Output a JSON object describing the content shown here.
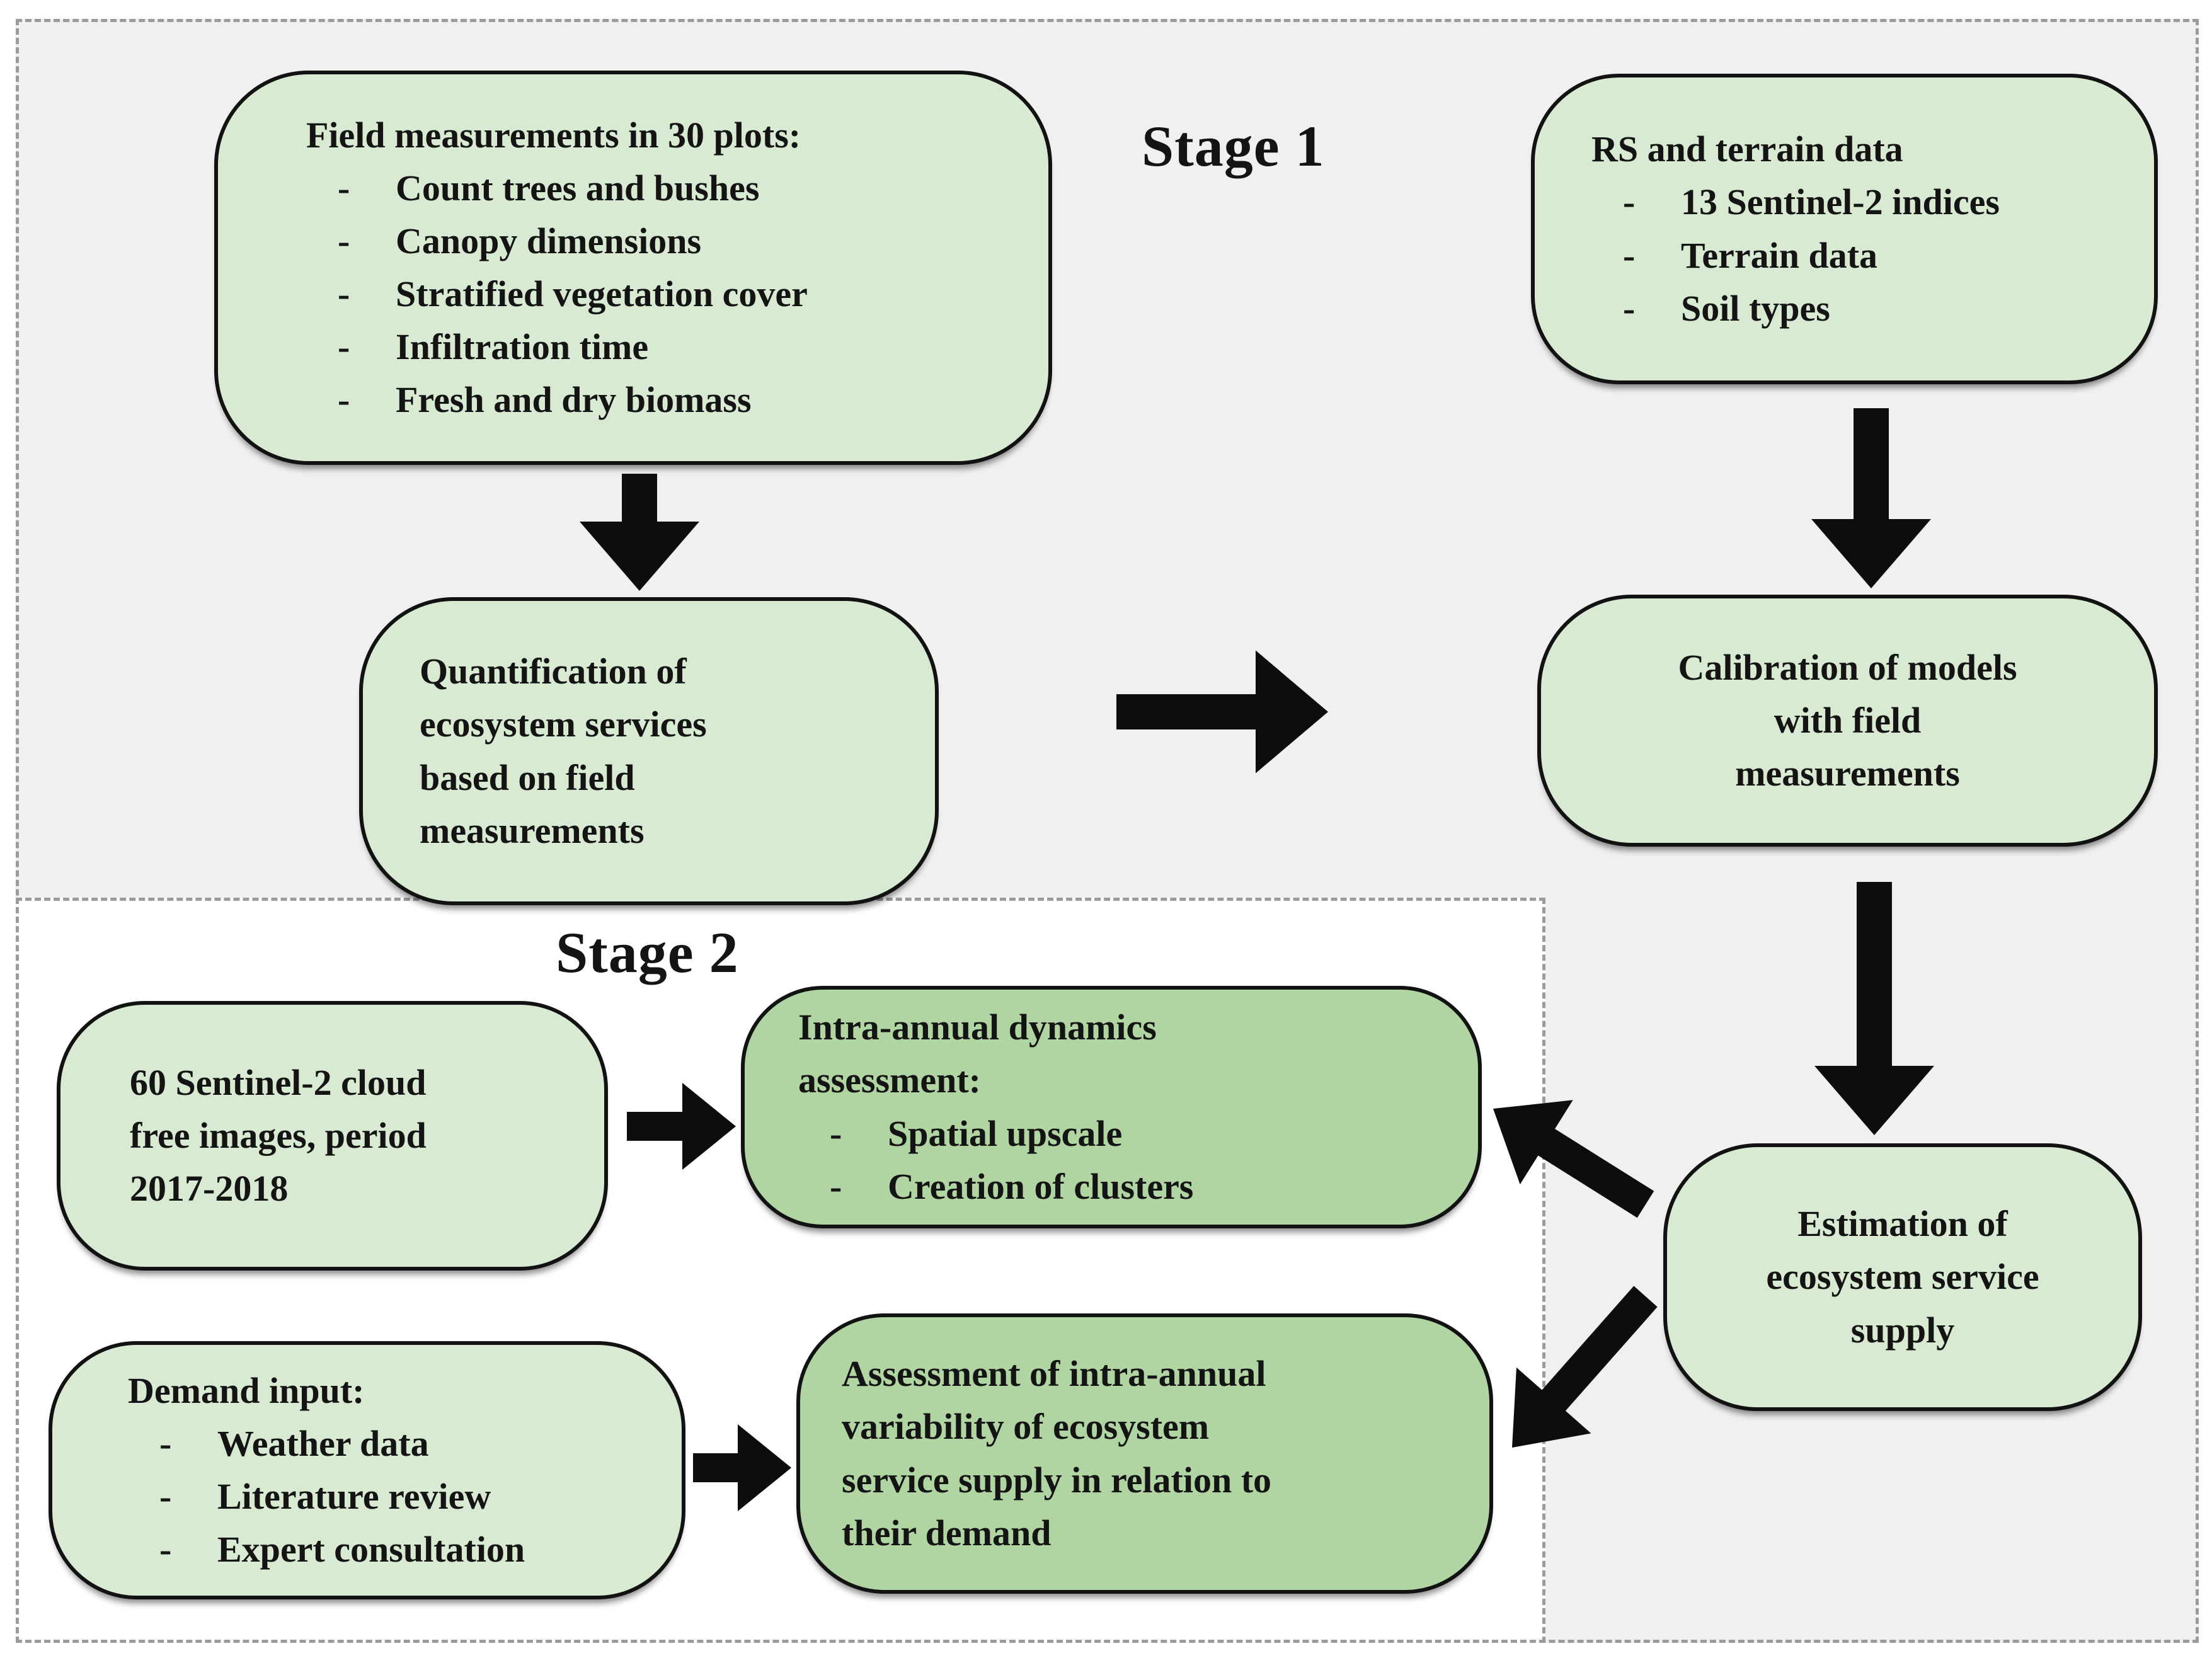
{
  "labels": {
    "stage1": "Stage 1",
    "stage2": "Stage 2"
  },
  "ui": {
    "bullet_marker": "-"
  },
  "colors": {
    "light_green": "#d9ead3",
    "dark_green": "#b1d5a2",
    "gray_background": "#f0f0ee",
    "border_black": "#121212",
    "dashed_border_gray": "#9b9b9b",
    "arrow_black": "#0d0d0d"
  },
  "boxes": {
    "field": {
      "title": "Field measurements in 30 plots:",
      "bullets": [
        "Count trees and bushes",
        "Canopy dimensions",
        "Stratified vegetation cover",
        "Infiltration time",
        "Fresh and dry biomass"
      ]
    },
    "rs": {
      "title": "RS and terrain data",
      "bullets": [
        "13 Sentinel-2 indices",
        "Terrain data",
        "Soil types"
      ]
    },
    "quantification": {
      "text": "Quantification of\necosystem services\nbased on field\nmeasurements"
    },
    "calibration": {
      "text": "Calibration of models\nwith field\nmeasurements"
    },
    "sentinel": {
      "text": "60 Sentinel-2 cloud\nfree images, period\n2017-2018"
    },
    "intra": {
      "title": "Intra-annual dynamics\nassessment:",
      "bullets": [
        "Spatial upscale",
        "Creation of clusters"
      ]
    },
    "demand": {
      "title": "Demand input:",
      "bullets": [
        "Weather data",
        "Literature review",
        "Expert consultation"
      ]
    },
    "assessment": {
      "text": "Assessment of intra-annual\nvariability of ecosystem\nservice supply in relation to\ntheir demand"
    },
    "estimation": {
      "text": "Estimation of\necosystem service\nsupply"
    }
  }
}
